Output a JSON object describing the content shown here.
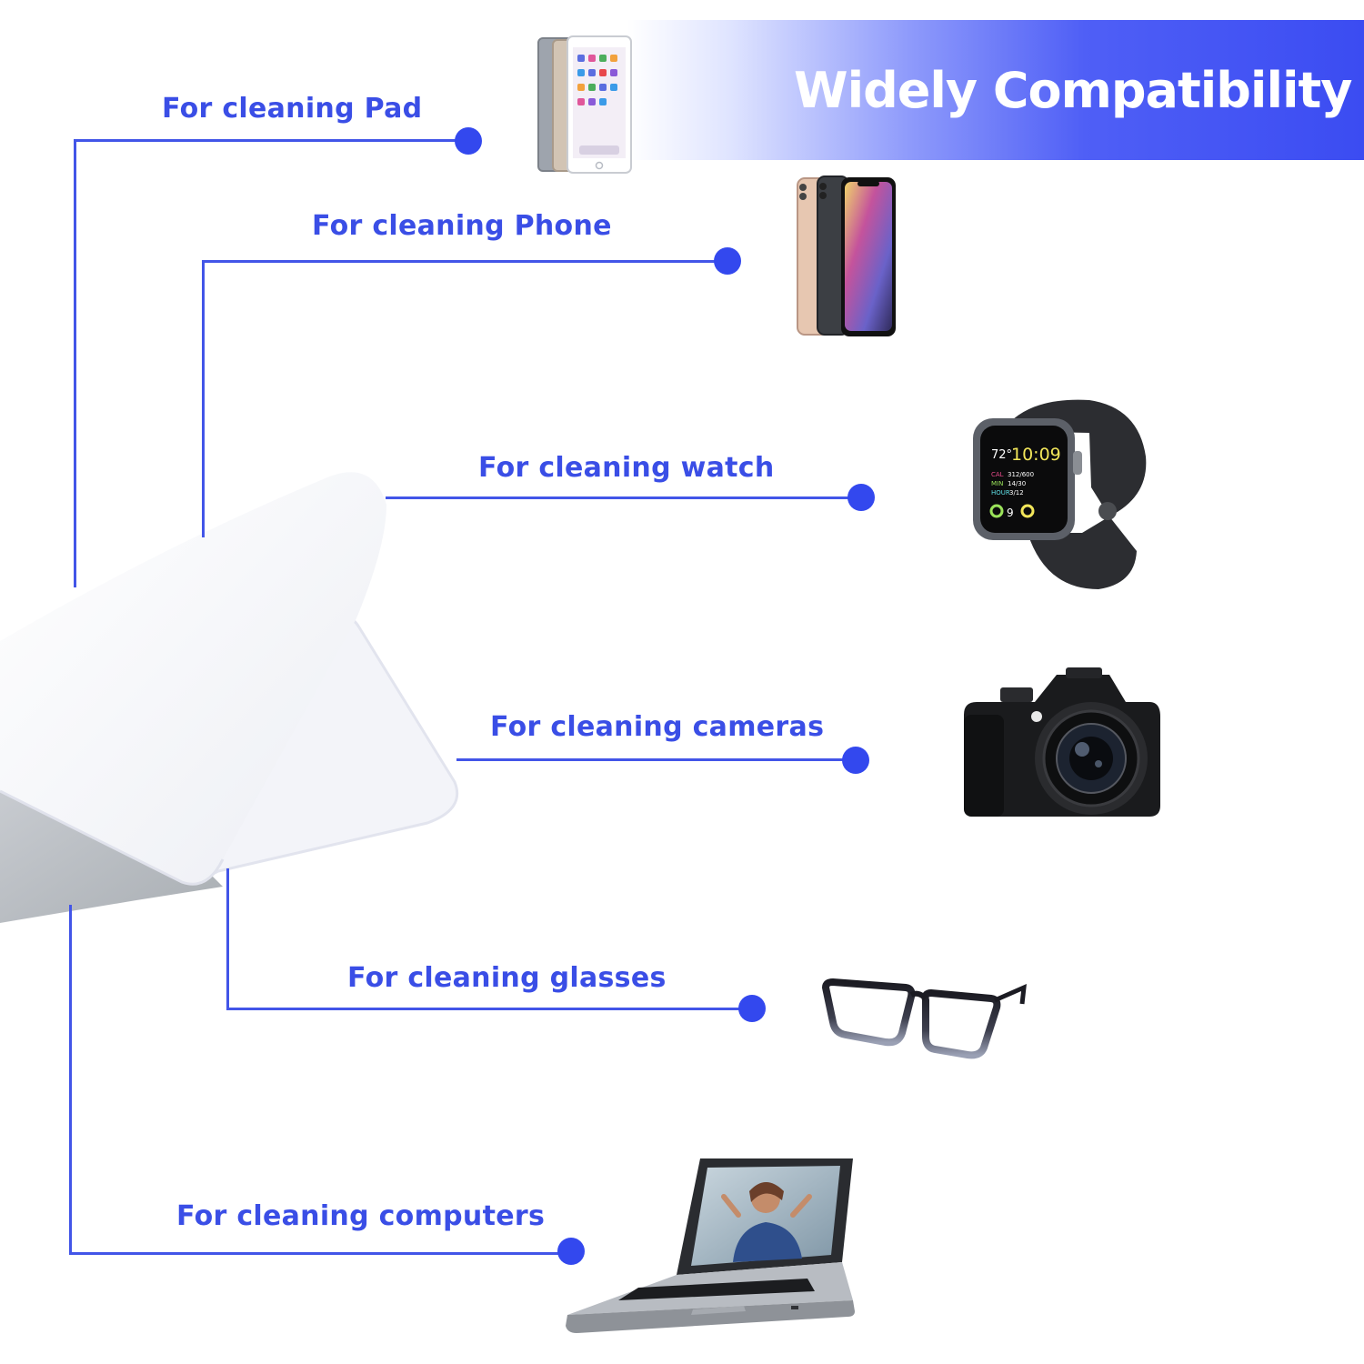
{
  "banner": {
    "title": "Widely Compatibility"
  },
  "labels": {
    "pad": "For cleaning Pad",
    "phone": "For cleaning Phone",
    "watch": "For cleaning watch",
    "cameras": "For cleaning cameras",
    "glasses": "For cleaning glasses",
    "computers": "For cleaning computers"
  },
  "watch_screen": {
    "temp": "72°",
    "time": "10:09",
    "cal_label": "CAL",
    "cal_value": "312/600",
    "min_label": "MIN",
    "min_value": "14/30",
    "hour_label": "HOUR",
    "hour_value": "3/12",
    "day": "9"
  },
  "colors": {
    "accent": "#3348ee",
    "label": "#3a4ee6",
    "banner_gradient_end": "#3b4cf2"
  },
  "icons": [
    "tablet-icon",
    "phone-icon",
    "smartwatch-icon",
    "camera-icon",
    "eyeglasses-icon",
    "laptop-icon",
    "cleaning-cloth-illustration"
  ]
}
